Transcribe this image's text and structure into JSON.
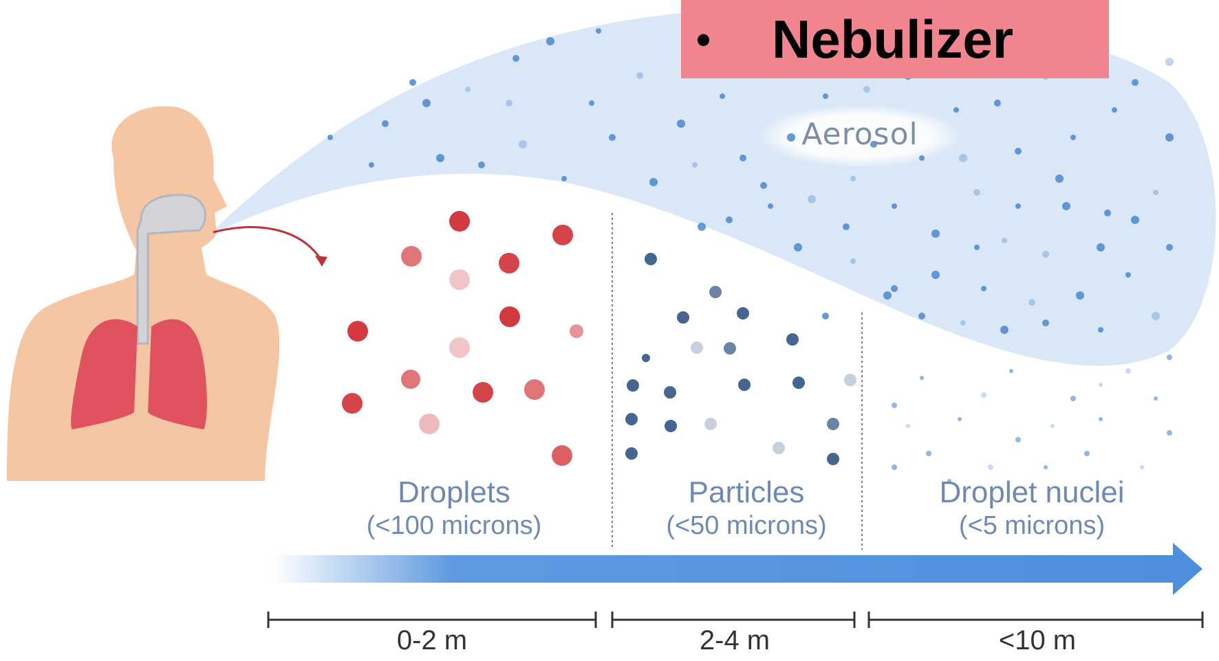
{
  "banner": {
    "bullet": "•",
    "title": "Nebulizer"
  },
  "aerosol_label": "Aerosol",
  "categories": [
    {
      "name": "Droplets",
      "size": "(<100 microns)"
    },
    {
      "name": "Particles",
      "size": "(<50 microns)"
    },
    {
      "name": "Droplet nuclei",
      "size": "(<5 microns)"
    }
  ],
  "distances": [
    "0-2 m",
    "2-4 m",
    "<10 m"
  ],
  "colors": {
    "cloud": "#d7e6f5",
    "cloud_dot": "#4a86d0",
    "droplet": "#d23a3f",
    "particle": "#46658f",
    "arrow": "#4d8fdc",
    "banner": "#f08590",
    "skin": "#f4c6a4",
    "lungs": "#e0525f"
  }
}
